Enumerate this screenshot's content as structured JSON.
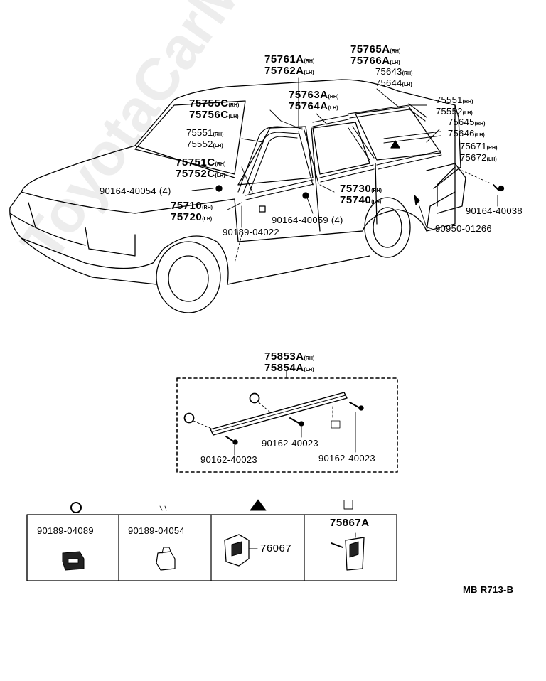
{
  "watermark": "ToyotaCarMotor.ru",
  "drawing_code": "MB R713-B",
  "top_parts": {
    "p75765": "75765A",
    "p75766": "75766A",
    "p75761": "75761A",
    "p75762": "75762A",
    "p75643": "75643",
    "p75644": "75644",
    "p75763": "75763A",
    "p75764": "75764A",
    "p75755": "75755C",
    "p75756": "75756C",
    "p75551r": "75551",
    "p75552r": "75552",
    "p75551l": "75551",
    "p75552l": "75552",
    "p75645": "75645",
    "p75646": "75646",
    "p75671": "75671",
    "p75672": "75672",
    "p75751": "75751C",
    "p75752": "75752C",
    "p90164_54": "90164-40054",
    "qty54": "(4)",
    "p75730": "75730",
    "p75740": "75740",
    "p75710": "75710",
    "p75720": "75720",
    "p90164_59": "90164-40059",
    "qty59": "(4)",
    "p90189_22": "90189-04022",
    "p90950": "90950-01266",
    "p90164_38": "90164-40038",
    "rh": "(RH)",
    "lh": "(LH)"
  },
  "assembly": {
    "p75853": "75853A",
    "p75854": "75854A",
    "rh": "(RH)",
    "lh": "(LH)",
    "screw_mid": "90162-40023",
    "screw_left": "90162-40023",
    "screw_right": "90162-40023"
  },
  "legend": [
    {
      "symbol": "circle",
      "part": "90189-04089"
    },
    {
      "symbol": "small-mark",
      "part": "90189-04054"
    },
    {
      "symbol": "triangle",
      "part": "76067"
    },
    {
      "symbol": "square-mark",
      "part": "75867A"
    }
  ]
}
